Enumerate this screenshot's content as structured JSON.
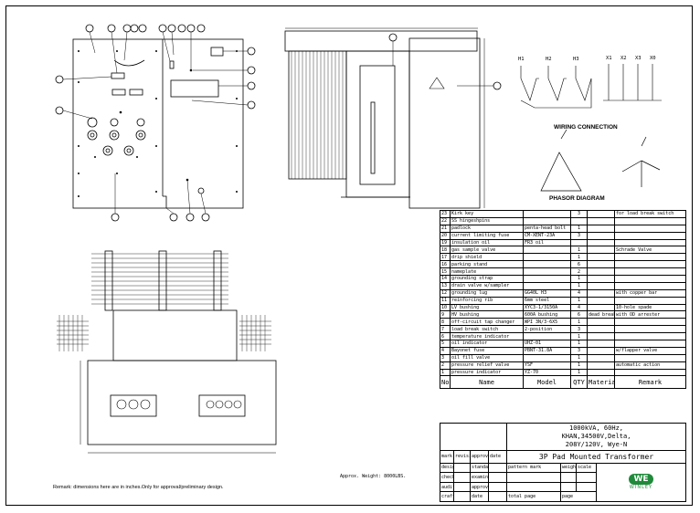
{
  "sheet": {
    "remark": "Remark: dimensions here are in inches.Only for approval/preliminary design.",
    "weight": "Approx. Weight: 8000LBS."
  },
  "labels": {
    "wiring": "WIRING CONNECTION",
    "phasor": "PHASOR DIAGRAM",
    "h_terms": [
      "H1",
      "H2",
      "H3"
    ],
    "x_terms": [
      "X1",
      "X2",
      "X3",
      "X0"
    ]
  },
  "bom": {
    "headers": [
      "No.",
      "Name",
      "Model",
      "QTY",
      "Material",
      "Remark"
    ],
    "rows": [
      {
        "no": "23",
        "name": "Kirk key",
        "model": "",
        "qty": "3",
        "mat": "",
        "remark": "for load break switch"
      },
      {
        "no": "22",
        "name": "SS hingeshpins",
        "model": "",
        "qty": "",
        "mat": "",
        "remark": ""
      },
      {
        "no": "21",
        "name": "padlock",
        "model": "penta-head bolt",
        "qty": "1",
        "mat": "",
        "remark": ""
      },
      {
        "no": "20",
        "name": "current limiting fuse",
        "model": "CM-XENT-23A",
        "qty": "3",
        "mat": "",
        "remark": ""
      },
      {
        "no": "19",
        "name": "insulation oil",
        "model": "FR3 oil",
        "qty": "",
        "mat": "",
        "remark": ""
      },
      {
        "no": "18",
        "name": "gas sample valve",
        "model": "",
        "qty": "1",
        "mat": "",
        "remark": "Schrade Valve"
      },
      {
        "no": "17",
        "name": "drip shield",
        "model": "",
        "qty": "1",
        "mat": "",
        "remark": ""
      },
      {
        "no": "16",
        "name": "parking stand",
        "model": "",
        "qty": "6",
        "mat": "",
        "remark": ""
      },
      {
        "no": "15",
        "name": "nameplate",
        "model": "",
        "qty": "2",
        "mat": "",
        "remark": ""
      },
      {
        "no": "14",
        "name": "grounding strap",
        "model": "",
        "qty": "1",
        "mat": "",
        "remark": ""
      },
      {
        "no": "13",
        "name": "drain valve w/sampler",
        "model": "",
        "qty": "1",
        "mat": "",
        "remark": ""
      },
      {
        "no": "12",
        "name": "grounding lug",
        "model": "GG40L H3",
        "qty": "4",
        "mat": "",
        "remark": "with copper bar"
      },
      {
        "no": "11",
        "name": "reinforcing rib",
        "model": "6mm steel",
        "qty": "1",
        "mat": "",
        "remark": ""
      },
      {
        "no": "10",
        "name": "LV bushing",
        "model": "XYC3-1/3150A",
        "qty": "4",
        "mat": "",
        "remark": "10-hole spade"
      },
      {
        "no": "9",
        "name": "HV bushing",
        "model": "600A bushing",
        "qty": "6",
        "mat": "dead break",
        "remark": "with OD arrester"
      },
      {
        "no": "8",
        "name": "off-circuit tap changer",
        "model": "WPI 3N/3-6X5",
        "qty": "1",
        "mat": "",
        "remark": ""
      },
      {
        "no": "7",
        "name": "load break switch",
        "model": "2-position",
        "qty": "3",
        "mat": "",
        "remark": ""
      },
      {
        "no": "6",
        "name": "temperature indicator",
        "model": "",
        "qty": "1",
        "mat": "",
        "remark": ""
      },
      {
        "no": "5",
        "name": "oil indicator",
        "model": "UHZ-01",
        "qty": "1",
        "mat": "",
        "remark": ""
      },
      {
        "no": "4",
        "name": "Bayonet fuse",
        "model": "PBNT-31.8A",
        "qty": "3",
        "mat": "",
        "remark": "w/flapper valve"
      },
      {
        "no": "3",
        "name": "oil fill valve",
        "model": "",
        "qty": "1",
        "mat": "",
        "remark": ""
      },
      {
        "no": "2",
        "name": "pressure relief valve",
        "model": "YSF",
        "qty": "1",
        "mat": "",
        "remark": "automatic action"
      },
      {
        "no": "1",
        "name": "pressure indicator",
        "model": "YZ-70",
        "qty": "1",
        "mat": "",
        "remark": ""
      }
    ]
  },
  "title_block": {
    "rating": [
      "1000kVA, 60Hz,",
      "KHAN,34500V,Delta,",
      "208Y/120V, Wye-N"
    ],
    "title": "3P Pad Mounted Transformer",
    "logo": "WE",
    "company": "WINLEY",
    "row_labels": [
      "designed",
      "checked",
      "audited",
      "crafted"
    ],
    "col_labels": [
      "mark",
      "revision",
      "approved",
      "date"
    ],
    "fields": {
      "pattern": "pattern mark",
      "weight": "weight",
      "scale": "scale",
      "standard": "standard",
      "examined": "examined",
      "approved": "approved",
      "date": "date",
      "total_page": "total page",
      "page": "page"
    }
  }
}
